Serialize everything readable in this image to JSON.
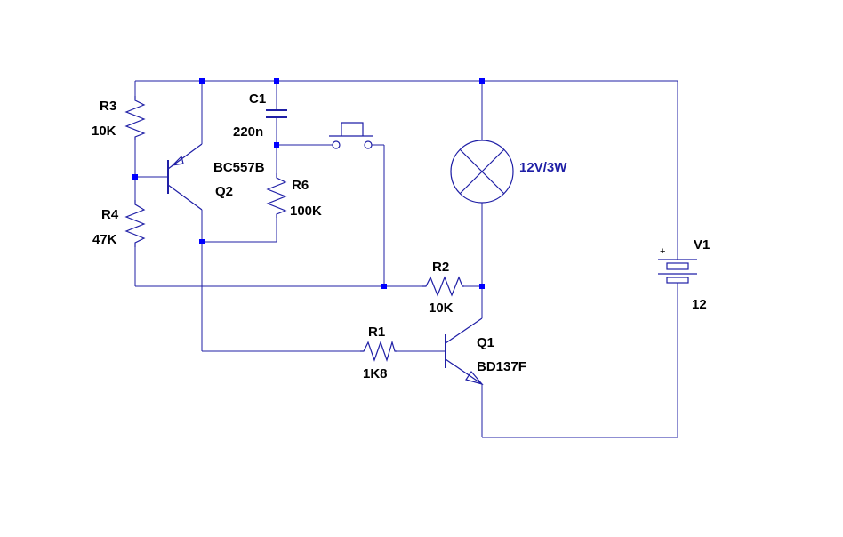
{
  "components": {
    "r3": {
      "ref": "R3",
      "value": "10K"
    },
    "r4": {
      "ref": "R4",
      "value": "47K"
    },
    "c1": {
      "ref": "C1",
      "value": "220n"
    },
    "q2": {
      "ref": "Q2",
      "value": "BC557B"
    },
    "r6": {
      "ref": "R6",
      "value": "100K"
    },
    "lamp": {
      "value": "12V/3W"
    },
    "r2": {
      "ref": "R2",
      "value": "10K"
    },
    "r1": {
      "ref": "R1",
      "value": "1K8"
    },
    "q1": {
      "ref": "Q1",
      "value": "BD137F"
    },
    "v1": {
      "ref": "V1",
      "value": "12",
      "polarity": "+"
    }
  },
  "colors": {
    "wire": "#1f1fa6",
    "junction": "#0000ff",
    "text": "#000000"
  }
}
